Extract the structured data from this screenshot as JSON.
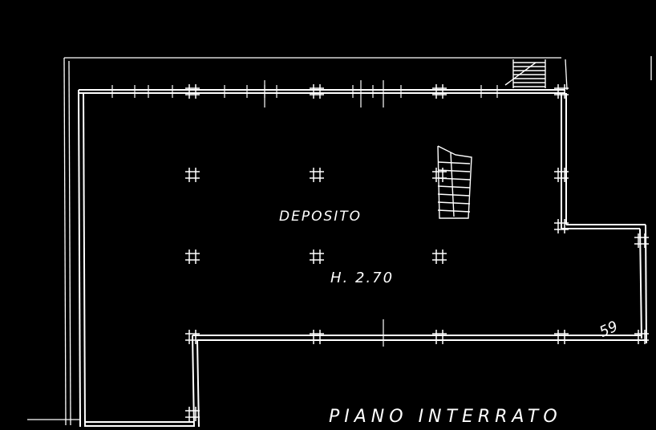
{
  "drawing": {
    "room_label": "DEPOSITO",
    "height_label": "H. 2.70",
    "floor_label": "PIANO INTERRATO",
    "stair_numbers": "59"
  },
  "colors": {
    "background": "#000000",
    "line": "#ffffff"
  }
}
